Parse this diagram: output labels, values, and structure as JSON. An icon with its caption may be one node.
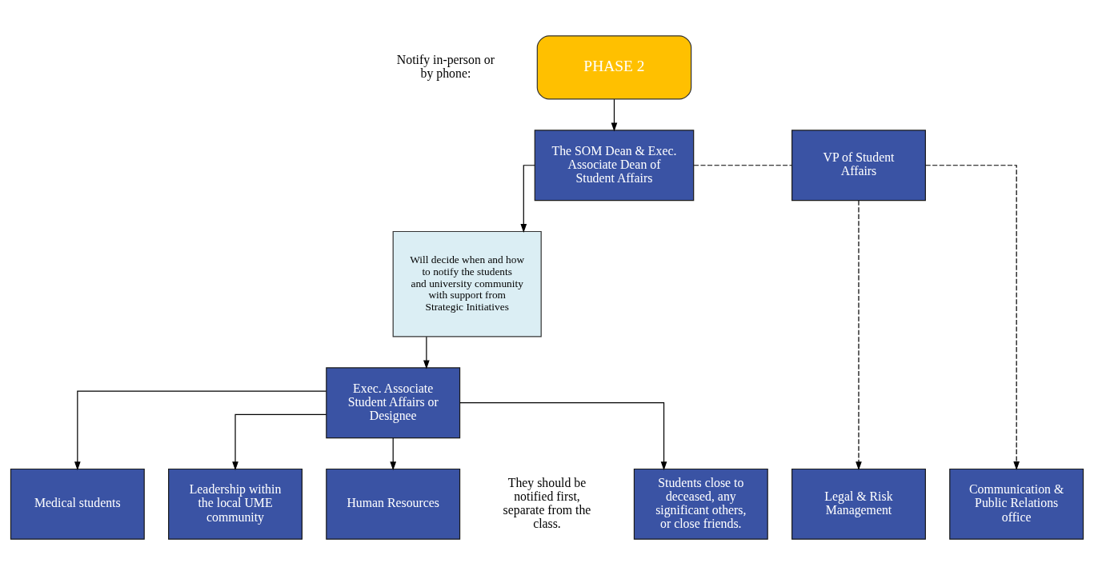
{
  "diagram": {
    "nodes": [
      {
        "text": [
          "PHASE 2"
        ]
      },
      {
        "text": [
          "The SOM Dean & Exec. Associate Dean of Student Affairs"
        ]
      },
      {
        "text": [
          "VP of Student Affairs"
        ]
      },
      {
        "text": [
          "Will decide when and how to notify the students and university community with support from Strategic Initiatives"
        ]
      },
      {
        "text": [
          "Exec. Associate Student Affairs or Designee"
        ]
      },
      {
        "text": [
          "Students close to deceased, any significant others, or close friends."
        ]
      },
      {
        "text": [
          "Medical students"
        ]
      },
      {
        "text": [
          "Leadership within the local UME community"
        ]
      },
      {
        "text": [
          "Human Resources"
        ]
      },
      {
        "text": [
          "Legal & Risk Management"
        ]
      },
      {
        "text": [
          "Communication & Public Relations office"
        ]
      }
    ],
    "edges": [
      {
        "from": 0,
        "to": 1,
        "arrow": "to"
      },
      {
        "from": 1,
        "to": 2,
        "arrow": "none",
        "style": "dashed"
      },
      {
        "from": 1,
        "to": 3,
        "arrow": "to"
      },
      {
        "from": 3,
        "to": 4,
        "arrow": "to"
      },
      {
        "from": 4,
        "to": 5,
        "arrow": "to"
      },
      {
        "from": 4,
        "to": 6,
        "arrow": "to"
      },
      {
        "from": 4,
        "to": 7,
        "arrow": "to"
      },
      {
        "from": 4,
        "to": 8,
        "arrow": "to"
      },
      {
        "from": 2,
        "to": 9,
        "arrow": "to",
        "style": "dashed"
      },
      {
        "from": 2,
        "to": 10,
        "arrow": "to",
        "style": "dashed"
      }
    ],
    "labels": [
      "Notify in-person or by phone:",
      "They should be notified first, separate from the class."
    ]
  }
}
